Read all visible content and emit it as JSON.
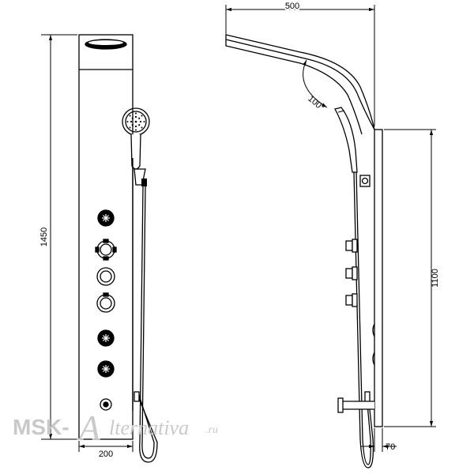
{
  "dimensions": {
    "front_height": "1450",
    "front_width": "200",
    "side_width": "500",
    "side_height": "1100",
    "side_depth": "70",
    "arm_angle": "100°"
  },
  "watermark": {
    "left": "MSK-",
    "mark": "A",
    "right": "lternativa",
    "suffix": ".ru"
  },
  "colors": {
    "line": "#000000",
    "watermark": "#c9c9c9"
  }
}
